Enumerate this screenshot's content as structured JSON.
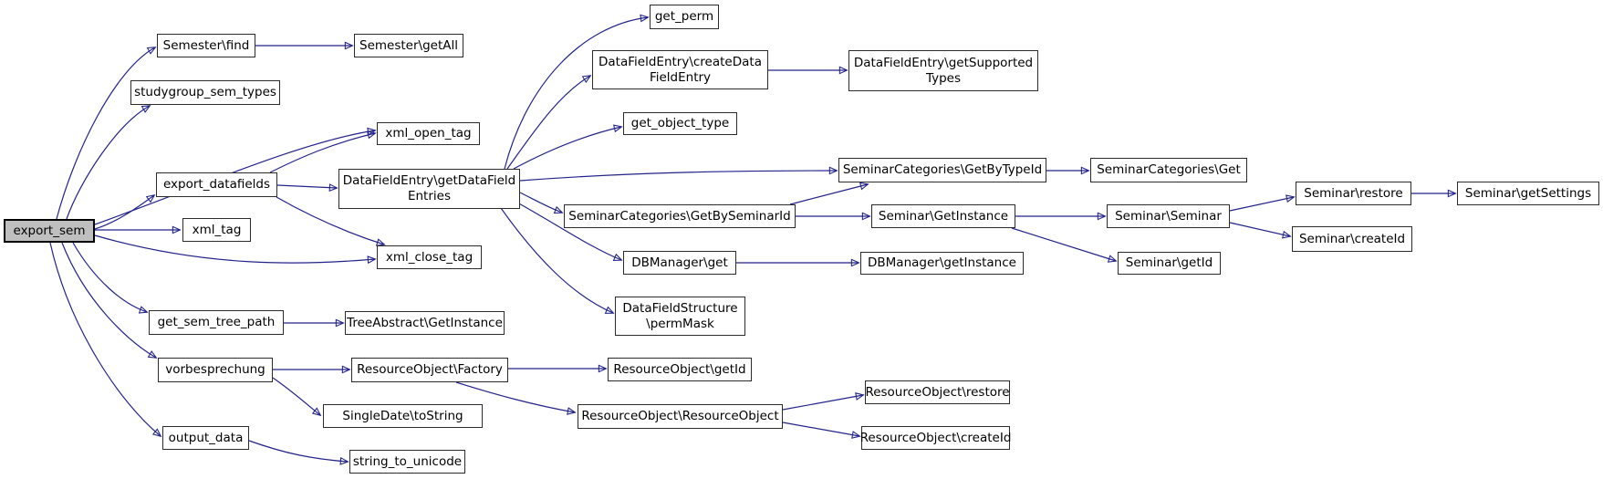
{
  "diagram": {
    "type": "call-graph",
    "root": "export_sem",
    "colors": {
      "edge": "#23238b",
      "node_fill": "#ffffff",
      "node_border": "#2b2b2b",
      "root_fill": "#bfbfbf",
      "background": "#ffffff",
      "text": "#000000"
    }
  },
  "nodes": {
    "export_sem": {
      "label": "export_sem"
    },
    "semester_find": {
      "label": "Semester\\find"
    },
    "semester_getall": {
      "label": "Semester\\getAll"
    },
    "studygroup_sem_types": {
      "label": "studygroup_sem_types"
    },
    "xml_open_tag": {
      "label": "xml_open_tag"
    },
    "export_datafields": {
      "label": "export_datafields"
    },
    "datafieldentry_getdatafieldentries": {
      "label": "DataFieldEntry\\getDataField\nEntries"
    },
    "xml_tag": {
      "label": "xml_tag"
    },
    "xml_close_tag": {
      "label": "xml_close_tag"
    },
    "get_sem_tree_path": {
      "label": "get_sem_tree_path"
    },
    "treeabstract_getinstance": {
      "label": "TreeAbstract\\GetInstance"
    },
    "vorbesprechung": {
      "label": "vorbesprechung"
    },
    "resourceobject_factory": {
      "label": "ResourceObject\\Factory"
    },
    "resourceobject_getid": {
      "label": "ResourceObject\\getId"
    },
    "singledate_tostring": {
      "label": "SingleDate\\toString"
    },
    "resourceobject_resourceobject": {
      "label": "ResourceObject\\ResourceObject"
    },
    "resourceobject_restore": {
      "label": "ResourceObject\\restore"
    },
    "resourceobject_createid": {
      "label": "ResourceObject\\createId"
    },
    "output_data": {
      "label": "output_data"
    },
    "string_to_unicode": {
      "label": "string_to_unicode"
    },
    "datafieldstructure_permmask": {
      "label": "DataFieldStructure\n\\permMask"
    },
    "get_perm": {
      "label": "get_perm"
    },
    "datafieldentry_createdatafieldentry": {
      "label": "DataFieldEntry\\createData\nFieldEntry"
    },
    "datafieldentry_getsupportedtypes": {
      "label": "DataFieldEntry\\getSupported\nTypes"
    },
    "get_object_type": {
      "label": "get_object_type"
    },
    "seminarcategories_getbytypeid": {
      "label": "SeminarCategories\\GetByTypeId"
    },
    "seminarcategories_get": {
      "label": "SeminarCategories\\Get"
    },
    "seminarcategories_getbyseminarid": {
      "label": "SeminarCategories\\GetBySeminarId"
    },
    "seminar_getinstance": {
      "label": "Seminar\\GetInstance"
    },
    "seminar_seminar": {
      "label": "Seminar\\Seminar"
    },
    "seminar_restore": {
      "label": "Seminar\\restore"
    },
    "seminar_getsettings": {
      "label": "Seminar\\getSettings"
    },
    "seminar_createid": {
      "label": "Seminar\\createId"
    },
    "seminar_getid": {
      "label": "Seminar\\getId"
    },
    "dbmanager_get": {
      "label": "DBManager\\get"
    },
    "dbmanager_getinstance": {
      "label": "DBManager\\getInstance"
    }
  },
  "edges": [
    {
      "from": "export_sem",
      "to": "semester_find"
    },
    {
      "from": "export_sem",
      "to": "studygroup_sem_types"
    },
    {
      "from": "export_sem",
      "to": "xml_open_tag"
    },
    {
      "from": "export_sem",
      "to": "export_datafields"
    },
    {
      "from": "export_sem",
      "to": "xml_tag"
    },
    {
      "from": "export_sem",
      "to": "xml_close_tag"
    },
    {
      "from": "export_sem",
      "to": "get_sem_tree_path"
    },
    {
      "from": "export_sem",
      "to": "vorbesprechung"
    },
    {
      "from": "export_sem",
      "to": "output_data"
    },
    {
      "from": "semester_find",
      "to": "semester_getall"
    },
    {
      "from": "export_datafields",
      "to": "xml_open_tag"
    },
    {
      "from": "export_datafields",
      "to": "datafieldentry_getdatafieldentries"
    },
    {
      "from": "export_datafields",
      "to": "xml_close_tag"
    },
    {
      "from": "datafieldentry_getdatafieldentries",
      "to": "get_perm"
    },
    {
      "from": "datafieldentry_getdatafieldentries",
      "to": "datafieldentry_createdatafieldentry"
    },
    {
      "from": "datafieldentry_getdatafieldentries",
      "to": "get_object_type"
    },
    {
      "from": "datafieldentry_getdatafieldentries",
      "to": "seminarcategories_getbytypeid"
    },
    {
      "from": "datafieldentry_getdatafieldentries",
      "to": "seminarcategories_getbyseminarid"
    },
    {
      "from": "datafieldentry_getdatafieldentries",
      "to": "dbmanager_get"
    },
    {
      "from": "datafieldentry_getdatafieldentries",
      "to": "datafieldstructure_permmask"
    },
    {
      "from": "datafieldentry_createdatafieldentry",
      "to": "datafieldentry_getsupportedtypes"
    },
    {
      "from": "seminarcategories_getbytypeid",
      "to": "seminarcategories_get"
    },
    {
      "from": "seminarcategories_getbyseminarid",
      "to": "seminarcategories_getbytypeid"
    },
    {
      "from": "seminarcategories_getbyseminarid",
      "to": "seminar_getinstance"
    },
    {
      "from": "seminar_getinstance",
      "to": "seminar_seminar"
    },
    {
      "from": "seminar_getinstance",
      "to": "seminar_getid"
    },
    {
      "from": "seminar_seminar",
      "to": "seminar_restore"
    },
    {
      "from": "seminar_seminar",
      "to": "seminar_createid"
    },
    {
      "from": "seminar_restore",
      "to": "seminar_getsettings"
    },
    {
      "from": "dbmanager_get",
      "to": "dbmanager_getinstance"
    },
    {
      "from": "get_sem_tree_path",
      "to": "treeabstract_getinstance"
    },
    {
      "from": "vorbesprechung",
      "to": "resourceobject_factory"
    },
    {
      "from": "vorbesprechung",
      "to": "singledate_tostring"
    },
    {
      "from": "resourceobject_factory",
      "to": "resourceobject_getid"
    },
    {
      "from": "resourceobject_factory",
      "to": "resourceobject_resourceobject"
    },
    {
      "from": "resourceobject_resourceobject",
      "to": "resourceobject_restore"
    },
    {
      "from": "resourceobject_resourceobject",
      "to": "resourceobject_createid"
    },
    {
      "from": "output_data",
      "to": "string_to_unicode"
    }
  ]
}
